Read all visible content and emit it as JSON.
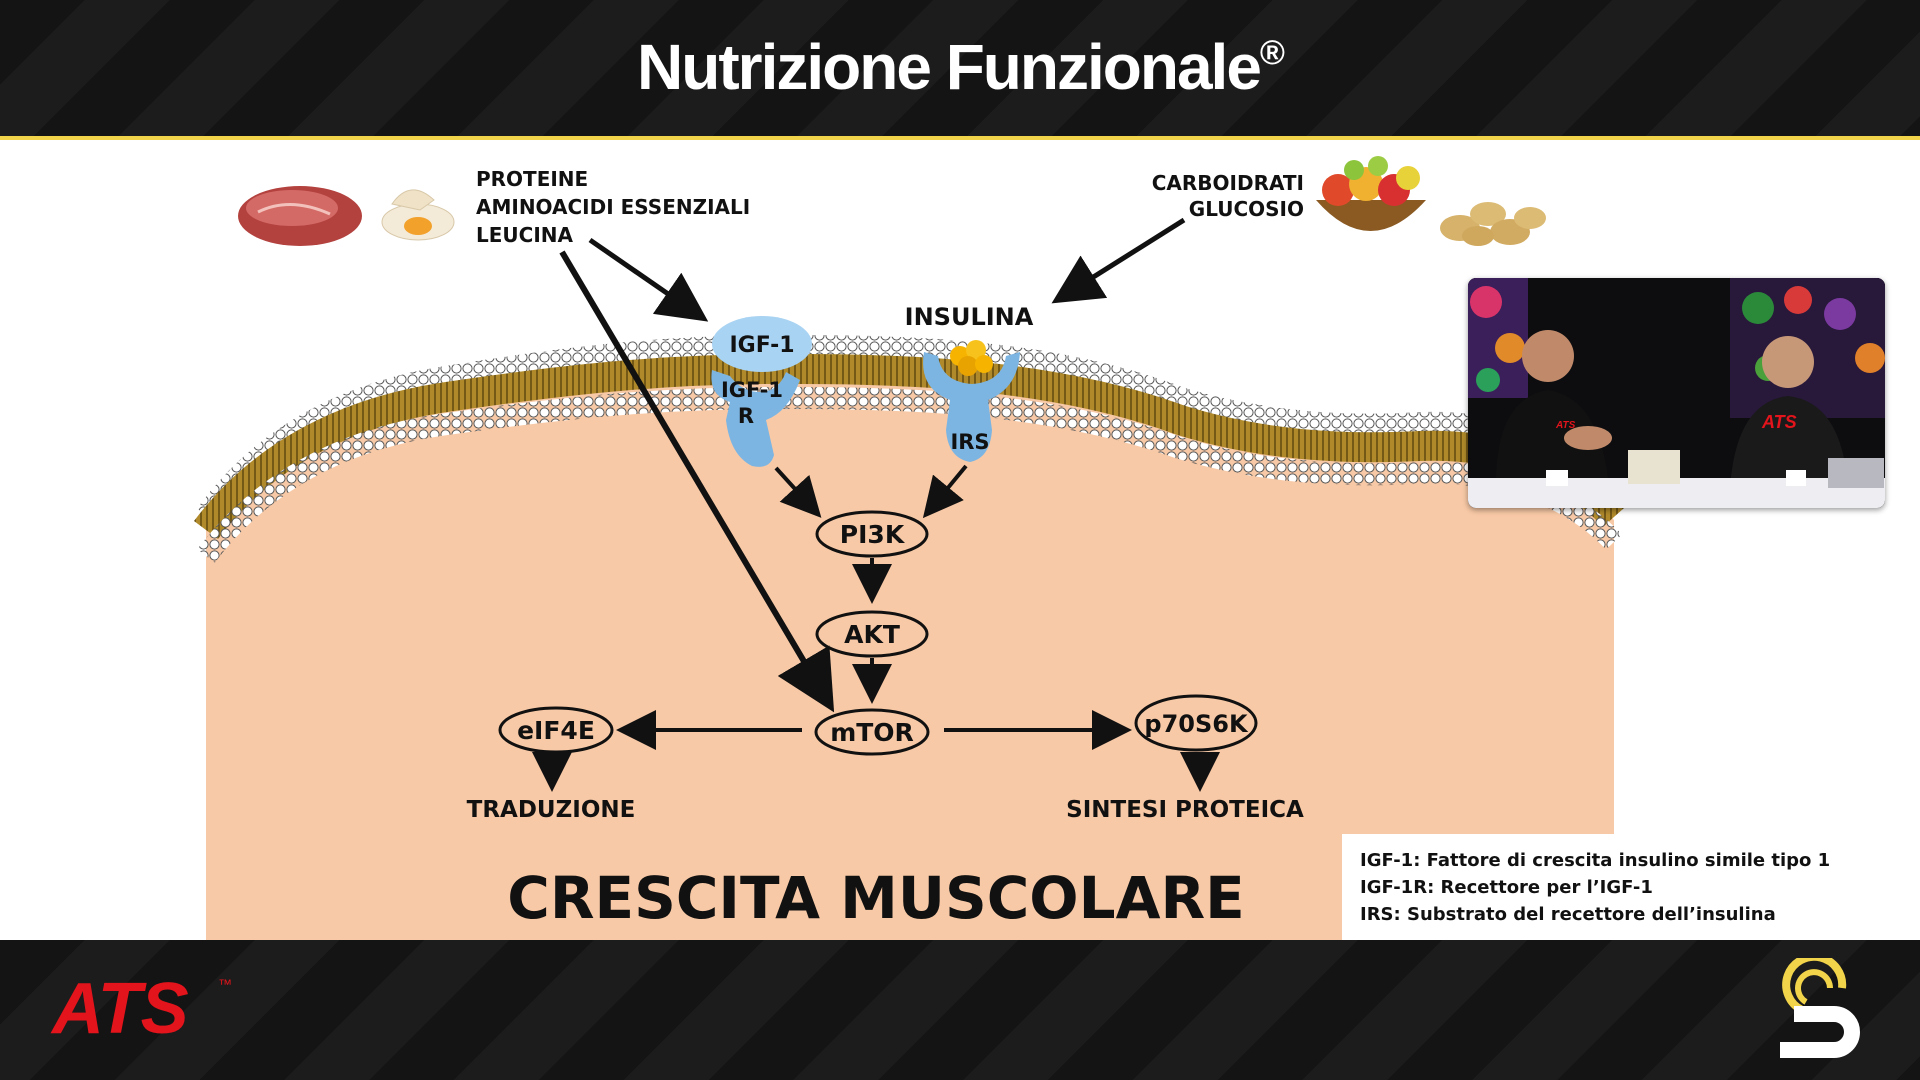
{
  "header": {
    "title": "Nutrizione Funzionale",
    "title_mark": "®"
  },
  "diagram": {
    "protein_labels": [
      "PROTEINE",
      "AMINOACIDI ESSENZIALI",
      "LEUCINA"
    ],
    "carb_labels": [
      "CARBOIDRATI",
      "GLUCOSIO"
    ],
    "insulin": "INSULINA",
    "igf1": "IGF-1",
    "igf1r_a": "IGF-1",
    "igf1r_b": "R",
    "irs": "IRS",
    "pi3k": "PI3K",
    "akt": "AKT",
    "mtor": "mTOR",
    "eif4e": "eIF4E",
    "p70s6k": "p70S6K",
    "traduzione": "TRADUZIONE",
    "sintesi": "SINTESI PROTEICA",
    "main_title": "CRESCITA MUSCOLARE"
  },
  "legend": {
    "items": [
      "IGF-1: Fattore di crescita insulino simile tipo 1",
      "IGF-1R: Recettore per l’IGF-1",
      "IRS: Substrato del recettore dell’insulina"
    ]
  },
  "footer": {
    "brand": "ATS",
    "brand_mark": "™"
  },
  "colors": {
    "accent_yellow": "#f2d44a",
    "brand_red": "#e3141b",
    "cell_fill": "#f8c9a6",
    "membrane": "#8a6a1c",
    "receptor_blue": "#7db5e2"
  }
}
